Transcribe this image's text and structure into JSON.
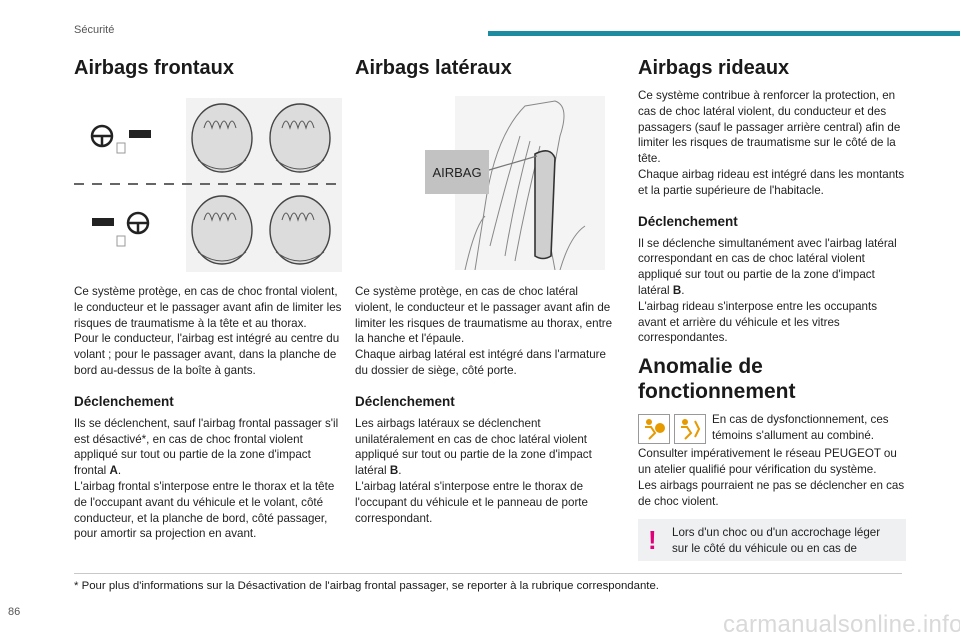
{
  "header": {
    "section": "Sécurité",
    "accent": "#1d8ca0"
  },
  "col1": {
    "title": "Airbags frontaux",
    "body": "Ce système protège, en cas de choc frontal violent, le conducteur et le passager avant afin de limiter les risques de traumatisme à la tête et au thorax.\nPour le conducteur, l'airbag est intégré au centre du volant ; pour le passager avant, dans la planche de bord au-dessus de la boîte à gants.",
    "sub": "Déclenchement",
    "sub_body_1": "Ils se déclenchent, sauf l'airbag frontal passager s'il est désactivé*, en cas de choc frontal violent appliqué sur tout ou partie de la zone d'impact frontal ",
    "sub_body_1_bold": "A",
    "sub_body_2": ".\nL'airbag frontal s'interpose entre le thorax et la tête de l'occupant avant du véhicule et le volant, côté conducteur, et la planche de bord, côté passager, pour amortir sa projection en avant."
  },
  "col2": {
    "title": "Airbags latéraux",
    "airbag_label": "AIRBAG",
    "body": "Ce système protège, en cas de choc latéral violent, le conducteur et le passager avant afin de limiter les risques de traumatisme au thorax, entre la hanche et l'épaule.\nChaque airbag latéral est intégré dans l'armature du dossier de siège, côté porte.",
    "sub": "Déclenchement",
    "sub_body_1": "Les airbags latéraux se déclenchent unilatéralement en cas de choc latéral violent appliqué sur tout ou partie de la zone d'impact latéral ",
    "sub_body_1_bold": "B",
    "sub_body_2": ".\nL'airbag latéral s'interpose entre le thorax de l'occupant du véhicule et le panneau de porte correspondant."
  },
  "col3": {
    "title": "Airbags rideaux",
    "body": "Ce système contribue à renforcer la protection, en cas de choc latéral violent, du conducteur et des passagers (sauf le passager arrière central) afin de limiter les risques de traumatisme sur le côté de la tête.\nChaque airbag rideau est intégré dans les montants et la partie supérieure de l'habitacle.",
    "sub": "Déclenchement",
    "sub_body_1": "Il se déclenche simultanément avec l'airbag latéral correspondant en cas de choc latéral violent appliqué sur tout ou partie de la zone d'impact latéral ",
    "sub_body_1_bold": "B",
    "sub_body_2": ".\nL'airbag rideau s'interpose entre les occupants avant et arrière du véhicule et les vitres correspondantes.",
    "anomaly_title": "Anomalie de fonctionnement",
    "anomaly_text": "En cas de dysfonctionnement, ces témoins s'allument au combiné.",
    "anomaly_body": "Consulter impérativement le réseau PEUGEOT ou un atelier qualifié pour vérification du système.\nLes airbags pourraient ne pas se déclencher en cas de choc violent.",
    "note": "Lors d'un choc ou d'un accrochage léger sur le côté du véhicule ou en cas de",
    "warning_color": "#e0007a"
  },
  "footnote": "* Pour plus d'informations sur la Désactivation de l'airbag frontal passager, se reporter à la rubrique correspondante.",
  "page_number": "86",
  "watermark": "carmanualsonline.info"
}
